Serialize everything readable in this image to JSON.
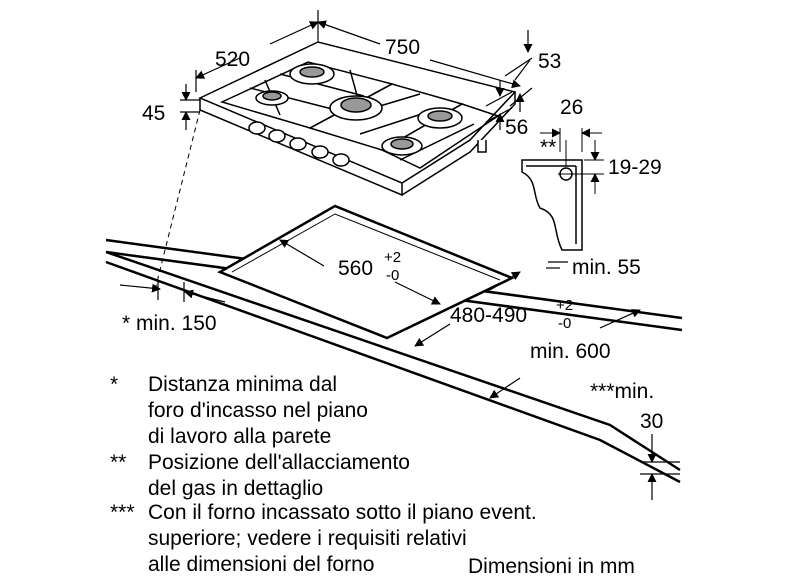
{
  "dimensions": {
    "width": "520",
    "length": "750",
    "depth_right": "53",
    "height": "45",
    "gas_offset": "56",
    "gas_detail_width": "26",
    "gas_detail_height": "19-29",
    "gas_detail_marker": "**",
    "cutout_width": "560",
    "cutout_width_tol_plus": "+2",
    "cutout_width_tol_minus": "-0",
    "cutout_depth": "480-490",
    "cutout_depth_tol_plus": "+2",
    "cutout_depth_tol_minus": "-0",
    "min_rear": "min. 55",
    "min_side": "* min. 150",
    "min_depth": "min. 600",
    "min_thickness_label": "***min.",
    "min_thickness_value": "30"
  },
  "notes": [
    {
      "mark": "*",
      "lines": [
        "Distanza minima dal",
        "foro d'incasso nel piano",
        "di lavoro alla parete"
      ]
    },
    {
      "mark": "**",
      "lines": [
        "Posizione dell'allacciamento",
        "del gas in dettaglio"
      ]
    },
    {
      "mark": "***",
      "lines": [
        "Con il forno incassato sotto il piano event.",
        "superiore; vedere i requisiti relativi",
        "alle dimensioni del forno"
      ]
    }
  ],
  "units": "Dimensioni in mm"
}
